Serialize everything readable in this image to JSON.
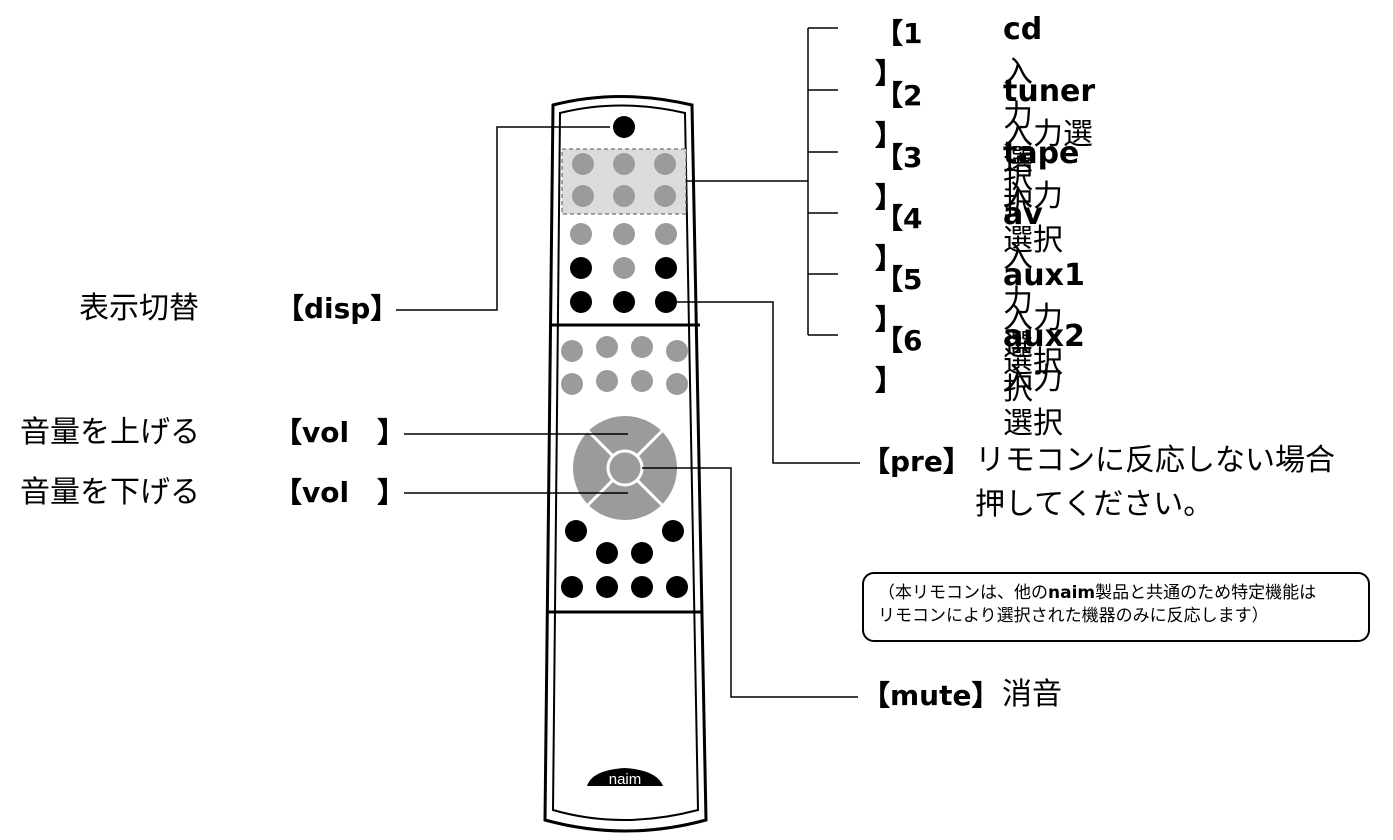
{
  "labels": {
    "disp": {
      "jp": "表示切替",
      "key": "【disp】"
    },
    "vol_up": {
      "jp": "音量を上げる",
      "key": "【vol　】"
    },
    "vol_down": {
      "jp": "音量を下げる",
      "key": "【vol　】"
    },
    "pre": {
      "key": "【pre】",
      "line1": "リモコンに反応しない場合",
      "line2": "押してください。"
    },
    "mute": {
      "key": "【mute】",
      "text": "消音"
    }
  },
  "inputs": [
    {
      "key": "【1 】",
      "source": "cd",
      "suffix": "入力選択"
    },
    {
      "key": "【2 】",
      "source": "tuner",
      "suffix": "入力選択"
    },
    {
      "key": "【3 】",
      "source": "tape",
      "suffix": "入力選択"
    },
    {
      "key": "【4 】",
      "source": "av",
      "suffix": "入力選択"
    },
    {
      "key": "【5 】",
      "source": "aux1",
      "suffix": "入力選択"
    },
    {
      "key": "【6 】",
      "source": "aux2",
      "suffix": "入力選択"
    }
  ],
  "note": {
    "line1_a": "（本リモコンは、他の",
    "line1_b": "naim",
    "line1_c": "製品と共通のため特定機能は",
    "line2": "リモコンにより選択された機器のみに反応します）"
  },
  "logo": "naim",
  "colors": {
    "button_gray": "#9b9b9b",
    "button_black": "#000000",
    "input_area": "#dcdcdc",
    "dpad": "#9b9b9b"
  }
}
